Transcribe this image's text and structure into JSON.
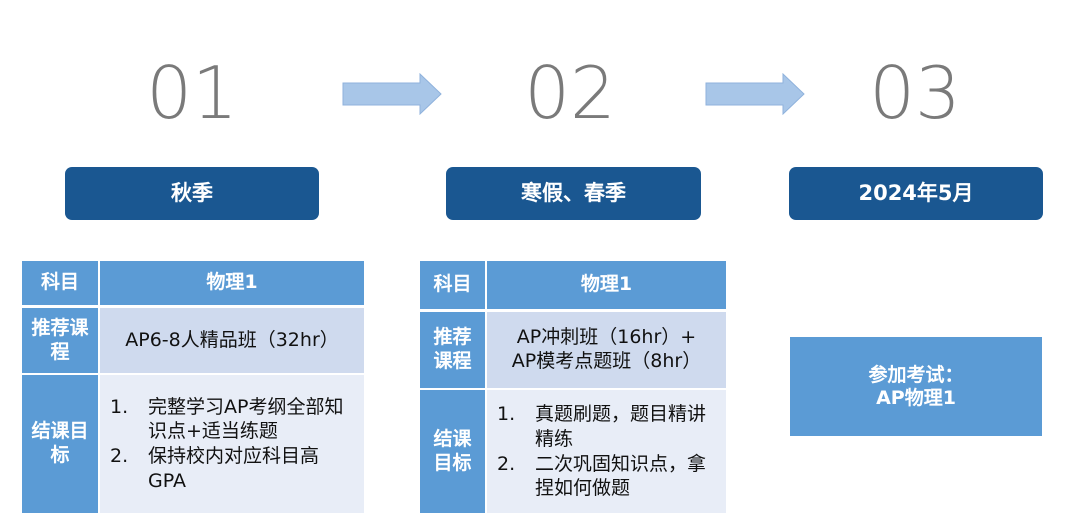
{
  "steps": [
    {
      "number": "01",
      "label": "秋季"
    },
    {
      "number": "02",
      "label": "寒假、春季"
    },
    {
      "number": "03",
      "label": "2024年5月"
    }
  ],
  "table1": {
    "subject_label": "科目",
    "subject_value": "物理1",
    "course_label": "推荐课程",
    "course_value": "AP6-8人精品班（32hr）",
    "goal_label": "结课目标",
    "goals": [
      {
        "n": "1.",
        "text": "完整学习AP考纲全部知识点+适当练题"
      },
      {
        "n": "2.",
        "text": "保持校内对应科目高GPA"
      }
    ]
  },
  "table2": {
    "subject_label": "科目",
    "subject_value": "物理1",
    "course_label": "推荐课程",
    "course_value_line1": "AP冲刺班（16hr）+",
    "course_value_line2": "AP模考点题班（8hr）",
    "goal_label": "结课目标",
    "goals": [
      {
        "n": "1.",
        "text": "真题刷题，题目精讲精练"
      },
      {
        "n": "2.",
        "text": "二次巩固知识点，拿捏如何做题"
      }
    ]
  },
  "exam": {
    "line1": "参加考试：",
    "line2": "AP物理1"
  },
  "colors": {
    "stage": "#1a5791",
    "header": "#5b9bd5",
    "row_light": "#cfdaee",
    "row_lighter": "#e8edf7",
    "arrow": "#a8c6e8",
    "number": "#7a7a7a"
  }
}
